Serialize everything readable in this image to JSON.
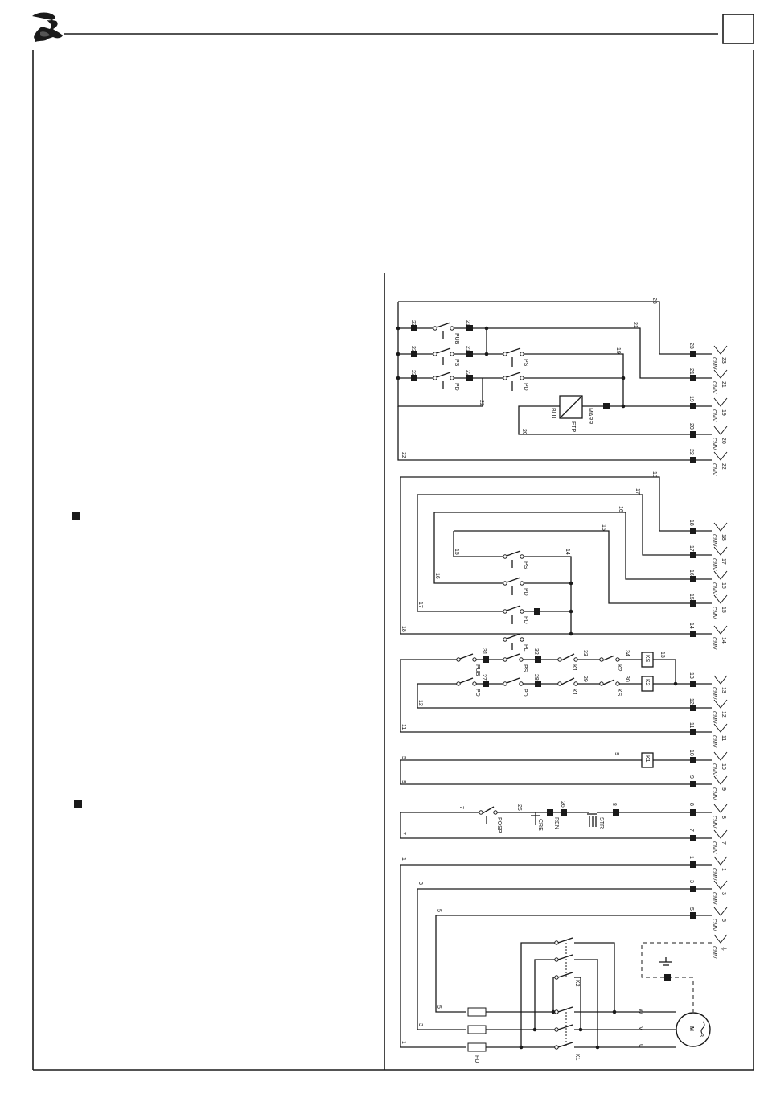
{
  "page": {
    "header_box_label": ""
  },
  "diagram": {
    "net_top": [
      "23",
      "21",
      "19",
      "20",
      "22"
    ],
    "net_mid": [
      "18",
      "17",
      "16",
      "15",
      "14"
    ],
    "net_ctrl": [
      "13",
      "12",
      "11"
    ],
    "net_k1": [
      "10",
      "9"
    ],
    "net_lamp": [
      "8",
      "7"
    ],
    "net_power": [
      "1",
      "3",
      "5",
      "⏚"
    ],
    "cable_prefix": "CMV",
    "components": {
      "pub": "PUB",
      "ps": "PS",
      "pd": "PD",
      "pd_lower": "PD",
      "ps_right": "PS",
      "pd_right": "PD",
      "pd_mid": "PD",
      "pl": "PL",
      "ftp": "FTP",
      "blu": "BLU",
      "marr": "MARR",
      "k1": "K1",
      "k2": "K2",
      "ks": "KS",
      "ks_contact": "KS",
      "fusib": "FU",
      "motor": "M",
      "motor_phase": "3",
      "posp": "POSP",
      "cre": "CRE",
      "ren": "REN",
      "str": "STR",
      "sw_k1": "K1",
      "sw_k1b": "K1",
      "sw_k2": "K2"
    },
    "phases": [
      "U",
      "V",
      "W"
    ],
    "wire_labels": {
      "top_21_in": "21",
      "top_19_in": "19",
      "top_20": "20",
      "top_22_in": "22",
      "m16": "16",
      "m15": "15",
      "m14": "14",
      "m17": "17",
      "m18": "18",
      "c13": "13",
      "c12": "12",
      "c11": "11",
      "c33": "33",
      "c31": "31",
      "c32": "32",
      "c27": "27",
      "c28": "28",
      "c29": "29",
      "c30": "30",
      "c34": "34",
      "l25": "25",
      "l26": "26",
      "l9": "9",
      "l7": "7",
      "l5": "5",
      "l3": "3",
      "l1": "1",
      "k1_9": "9"
    }
  }
}
